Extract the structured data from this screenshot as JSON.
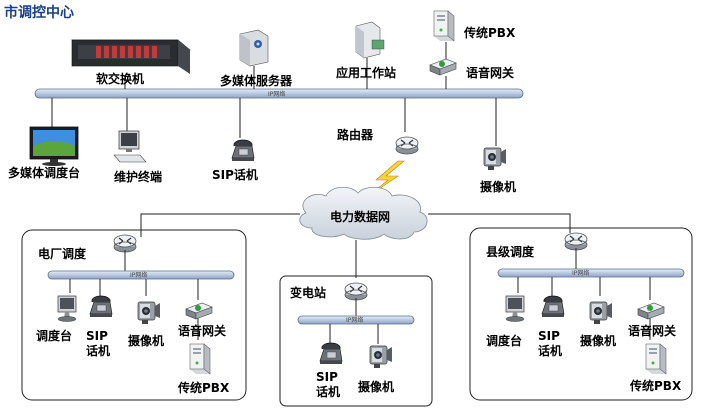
{
  "title": "市调控中心",
  "bus_label": "IP网络",
  "cloud_label": "电力数据网",
  "center": {
    "soft_switch": "软交换机",
    "media_server": "多媒体服务器",
    "app_workstation": "应用工作站",
    "pbx": "传统PBX",
    "voice_gateway": "语音网关",
    "media_console": "多媒体调度台",
    "maintenance_terminal": "维护终端",
    "sip_phone": "SIP话机",
    "router": "路由器",
    "camera": "摄像机"
  },
  "plant": {
    "title": "电厂调度",
    "console": "调度台",
    "sip_line1": "SIP",
    "sip_line2": "话机",
    "camera": "摄像机",
    "voice_gateway": "语音网关",
    "pbx": "传统PBX"
  },
  "substation": {
    "title": "变电站",
    "sip_line1": "SIP",
    "sip_line2": "话机",
    "camera": "摄像机"
  },
  "county": {
    "title": "县级调度",
    "console": "调度台",
    "sip_line1": "SIP",
    "sip_line2": "话机",
    "camera": "摄像机",
    "voice_gateway": "语音网关",
    "pbx": "传统PBX"
  },
  "colors": {
    "title": "#1a3f8f",
    "bus_fill": "#b9c9e2",
    "bus_stroke": "#5a6f90",
    "cloud_fill": "#dde3ea",
    "lightning": "#ffd23a"
  }
}
